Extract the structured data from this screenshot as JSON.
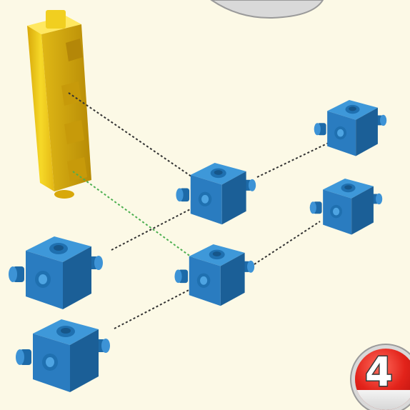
{
  "instruction_step": {
    "step_number": "4",
    "step_number_display": "4",
    "parts": {
      "connector_beam": {
        "color": "#f2cf1b",
        "icon": "yellow-beam-with-sockets"
      },
      "connector_cube": {
        "color": "#2a7cc0",
        "icon": "blue-cube-with-pegs",
        "count": 6
      }
    },
    "connection_guide_colors": {
      "primary": "#333333",
      "secondary": "#4caf50"
    },
    "previous_panel_color": "#d9d9d9"
  }
}
